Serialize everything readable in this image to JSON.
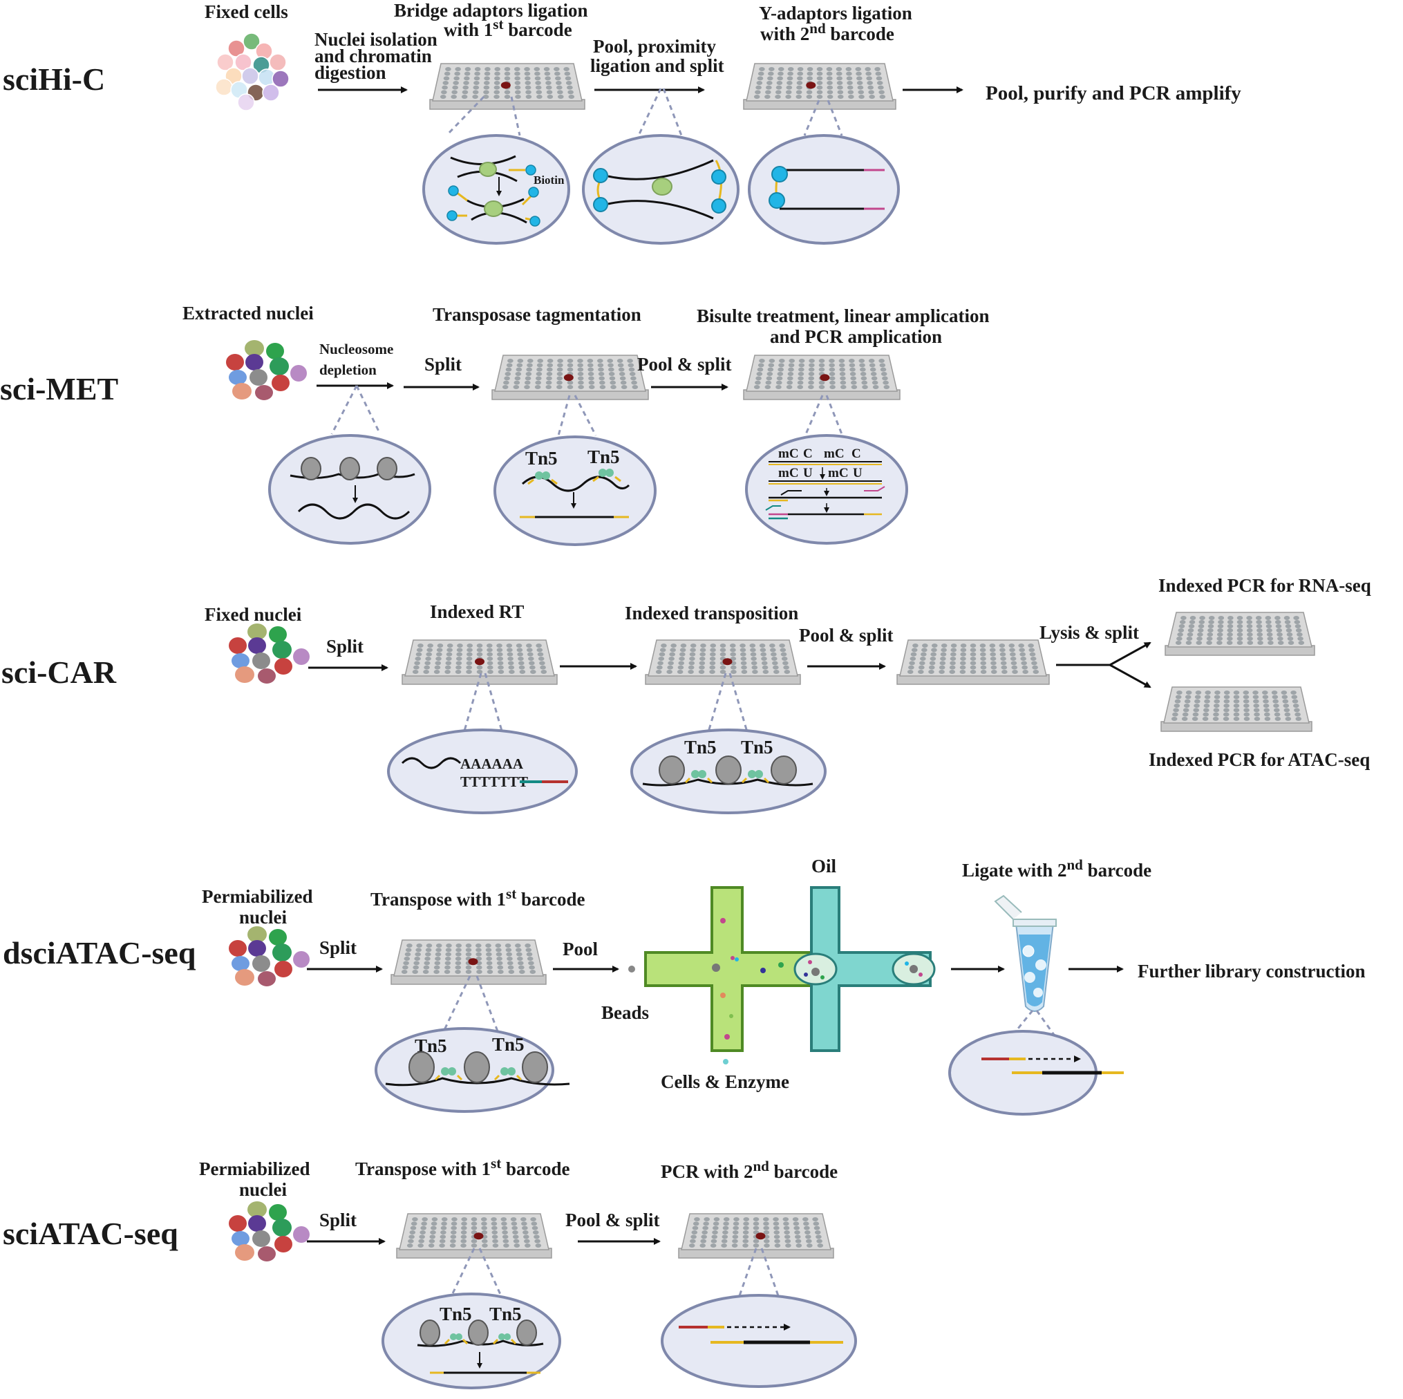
{
  "sections": [
    {
      "name": "sciHi-C",
      "labels": {
        "input": "Fixed cells",
        "arrow1": [
          "Nuclei isolation",
          "and chromatin",
          "digestion"
        ],
        "plate1": [
          "Bridge adaptors ligation",
          "with 1",
          "st",
          " barcode"
        ],
        "arrow2": [
          "Pool, proximity",
          "ligation and split"
        ],
        "plate2": [
          "Y-adaptors ligation",
          "with 2",
          "nd",
          " barcode"
        ],
        "final": "Pool, purify and PCR amplify",
        "biotin": "Biotin"
      }
    },
    {
      "name": "sci-MET",
      "labels": {
        "input": "Extracted nuclei",
        "arrow1": [
          "Nucleosome",
          "depletion"
        ],
        "arrow2": "Split",
        "plate1": "Transposase tagmentation",
        "arrow3": "Pool & split",
        "plate2": [
          "Bisulte treatment, linear amplication",
          "and PCR amplication"
        ],
        "tn5": "Tn5",
        "mc": "mC",
        "c": "C",
        "u": "U"
      }
    },
    {
      "name": "sci-CAR",
      "labels": {
        "input": "Fixed nuclei",
        "arrow1": "Split",
        "plate1": "Indexed RT",
        "plate2": "Indexed transposition",
        "arrow3": "Pool & split",
        "arrow4": "Lysis & split",
        "out1": "Indexed PCR for RNA-seq",
        "out2": "Indexed PCR for ATAC-seq",
        "polyA": "AAAAAA",
        "polyT": "TTTTTTT",
        "tn5": "Tn5"
      }
    },
    {
      "name": "dsciATAC-seq",
      "labels": {
        "input": [
          "Permiabilized",
          "nuclei"
        ],
        "arrow1": "Split",
        "plate1": [
          "Transpose with 1",
          "st",
          " barcode"
        ],
        "arrow2": "Pool",
        "beads": "Beads",
        "oil": "Oil",
        "cells": "Cells & Enzyme",
        "ligate": [
          "Ligate with 2",
          "nd",
          " barcode"
        ],
        "final": "Further library construction",
        "tn5": "Tn5"
      }
    },
    {
      "name": "sciATAC-seq",
      "labels": {
        "input": [
          "Permiabilized",
          "nuclei"
        ],
        "arrow1": "Split",
        "plate1": [
          "Transpose with 1",
          "st",
          " barcode"
        ],
        "arrow2": "Pool & split",
        "plate2": [
          "PCR with 2",
          "nd",
          " barcode"
        ],
        "tn5": "Tn5"
      }
    }
  ],
  "colors": {
    "plate": "#d9d9d9",
    "well": "#9ea4a8",
    "highlight_well": "#7a1414",
    "ellipse_fill": "#e6e9f4",
    "ellipse_stroke": "#7f88ab",
    "adaptor": "#e6b820",
    "barcode_red": "#b5312f",
    "barcode_teal": "#138a84",
    "pink": "#c2478d",
    "bead": "#21b5e6",
    "channel_green": "#b9e27a",
    "channel_teal": "#7fd6cf"
  }
}
